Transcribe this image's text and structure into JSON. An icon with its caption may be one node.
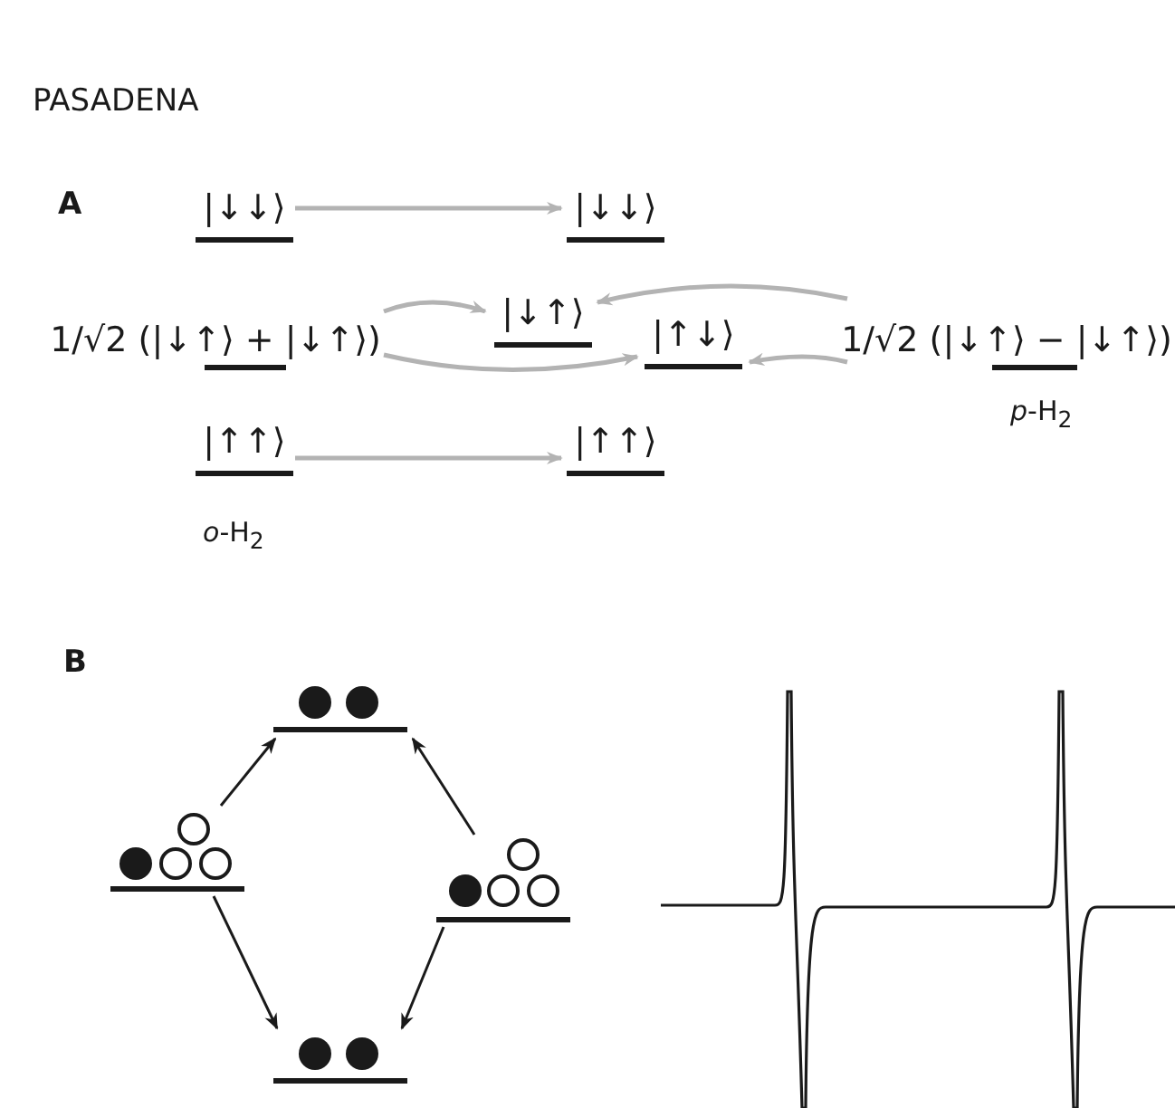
{
  "diagram": {
    "title": "PASADENA",
    "nodes": [
      {
        "text": [
          "|↓↓⟩"
        ]
      },
      {
        "text": [
          "|↓↓⟩"
        ]
      },
      {
        "text": [
          "1/√2 (|↓↑⟩ + |↓↑⟩)"
        ]
      },
      {
        "text": [
          "|↓↑⟩"
        ]
      },
      {
        "text": [
          "|↑↓⟩"
        ]
      },
      {
        "text": [
          "1/√2 (|↓↑⟩ − |↓↑⟩)"
        ],
        "beside": [
          "*p*-H$_{2}$"
        ]
      },
      {
        "text": [
          "|↑↑⟩"
        ]
      },
      {
        "text": [
          "|↑↑⟩"
        ]
      },
      {
        "text": [],
        "shape": "bar"
      },
      {
        "text": [],
        "shape": "bar"
      },
      {
        "text": [],
        "shape": "bar"
      },
      {
        "text": [],
        "shape": "bar"
      }
    ],
    "edges": [
      {
        "from": 0,
        "to": 1,
        "arrow": "to",
        "color": "#b3b3b3"
      },
      {
        "from": 2,
        "to": 3,
        "arrow": "to",
        "color": "#b3b3b3"
      },
      {
        "from": 2,
        "to": 4,
        "arrow": "to",
        "color": "#b3b3b3"
      },
      {
        "from": 5,
        "to": 3,
        "arrow": "to",
        "color": "#b3b3b3"
      },
      {
        "from": 5,
        "to": 4,
        "arrow": "to",
        "color": "#b3b3b3"
      },
      {
        "from": 6,
        "to": 7,
        "arrow": "to",
        "color": "#b3b3b3"
      },
      {
        "from": 9,
        "to": 8,
        "arrow": "to",
        "color": "#1a1a1a"
      },
      {
        "from": 10,
        "to": 8,
        "arrow": "to",
        "color": "#1a1a1a"
      },
      {
        "from": 9,
        "to": 11,
        "arrow": "to",
        "color": "#1a1a1a"
      },
      {
        "from": 10,
        "to": 11,
        "arrow": "to",
        "color": "#1a1a1a"
      }
    ],
    "labels": [
      "A",
      "*o*-H$_{2}$",
      "B"
    ]
  }
}
